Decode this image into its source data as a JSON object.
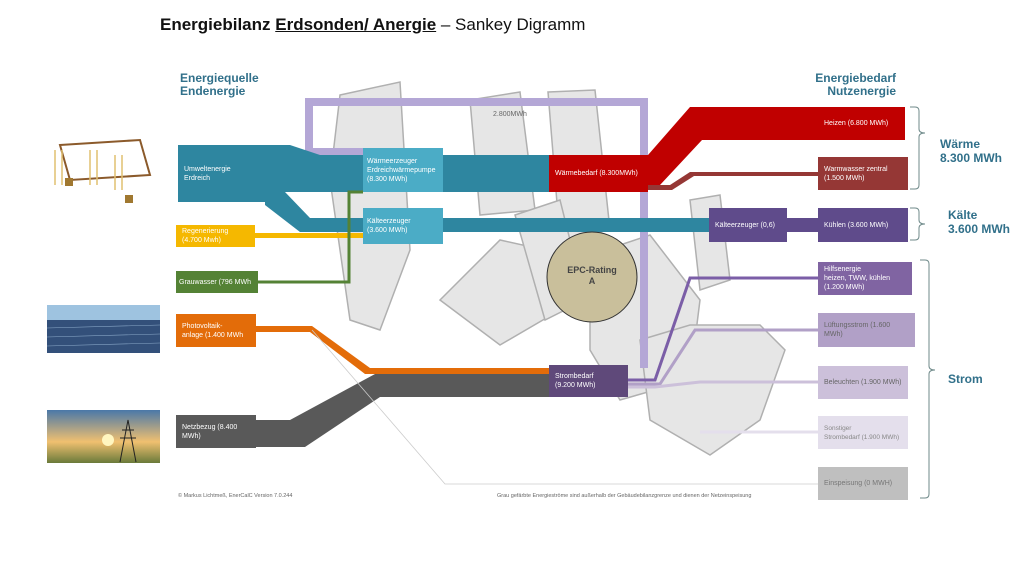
{
  "title": {
    "prefix": "Energiebilanz ",
    "underlined": "Erdsonden/ Anergie",
    "suffix": " – Sankey Digramm"
  },
  "left_header": {
    "line1": "Energiequelle",
    "line2": "Endenergie"
  },
  "right_header": {
    "line1": "Energiebedarf",
    "line2": "Nutzenergie"
  },
  "sources": {
    "umwelt": {
      "line1": "Umweltenergie",
      "line2": "Erdreich"
    },
    "regen": {
      "line1": "Regenerierung",
      "line2": "(4.700 Mwh)"
    },
    "grau": {
      "line1": "Grauwasser (796 MWh"
    },
    "pv": {
      "line1": "Photovoltaik-",
      "line2": "anlage (1.400 MWh"
    },
    "netz": {
      "line1": "Netzbezug  (8.400 MWh)"
    }
  },
  "converters": {
    "waerme": {
      "line1": "Wärmeerzeuger",
      "line2": "Erdreichwärmepumpe",
      "line3": "(8.300 MWh)"
    },
    "kaelte": {
      "line1": "Kälteerzeuger",
      "line2": "(3.600 MWh)"
    },
    "waermebedarf": "Wärmebedarf (8.300MWh)",
    "kaelte2": "Kälteerzeuger  (0,6)",
    "strom": {
      "line1": "Strombedarf",
      "line2": "(9.200 MWh)"
    },
    "loop_label": "2.800MWh",
    "epc": {
      "line1": "EPC-Rating",
      "line2": "A"
    }
  },
  "sinks": {
    "heizen": "Heizen (6.800 MWh)",
    "warmwasser": {
      "line1": "Warmwasser zentral",
      "line2": "(1.500 MWh)"
    },
    "kuehlen": "Kühlen (3.600 MWh)",
    "hilfs": {
      "line1": "Hilfsenergie",
      "line2": "heizen,  TWW, kühlen",
      "line3": "(1.200 MWh)"
    },
    "lueftung": "Lüftungsstrom (1.600 MWh)",
    "beleuchten": "Beleuchten (1.900 MWh)",
    "sonstiger": {
      "line1": "Sonstiger",
      "line2": "Strombedarf  (1.900 MWh)"
    },
    "einspeisung": "Einspeisung (0 MWH)"
  },
  "groups": {
    "waerme": {
      "line1": "Wärme",
      "line2": "8.300  MWh"
    },
    "kaelte": {
      "line1": "Kälte",
      "line2": "3.600  MWh"
    },
    "strom": "Strom"
  },
  "footer": {
    "left": "© Markus Lichtmeß,  EnerCalC  Version  7.0.244",
    "right": "Grau gefärbte  Energieströme  sind außerhalb  der Gebäudebilanzgrenze   und dienen  der  Netzeinspeisung"
  },
  "colors": {
    "teal": "#2e86a0",
    "light_blue": "#4bacc6",
    "red": "#c00000",
    "purple": "#5f497a",
    "orange": "#e36c09",
    "yellow": "#f5b800",
    "green": "#548235",
    "gray": "#595959"
  }
}
